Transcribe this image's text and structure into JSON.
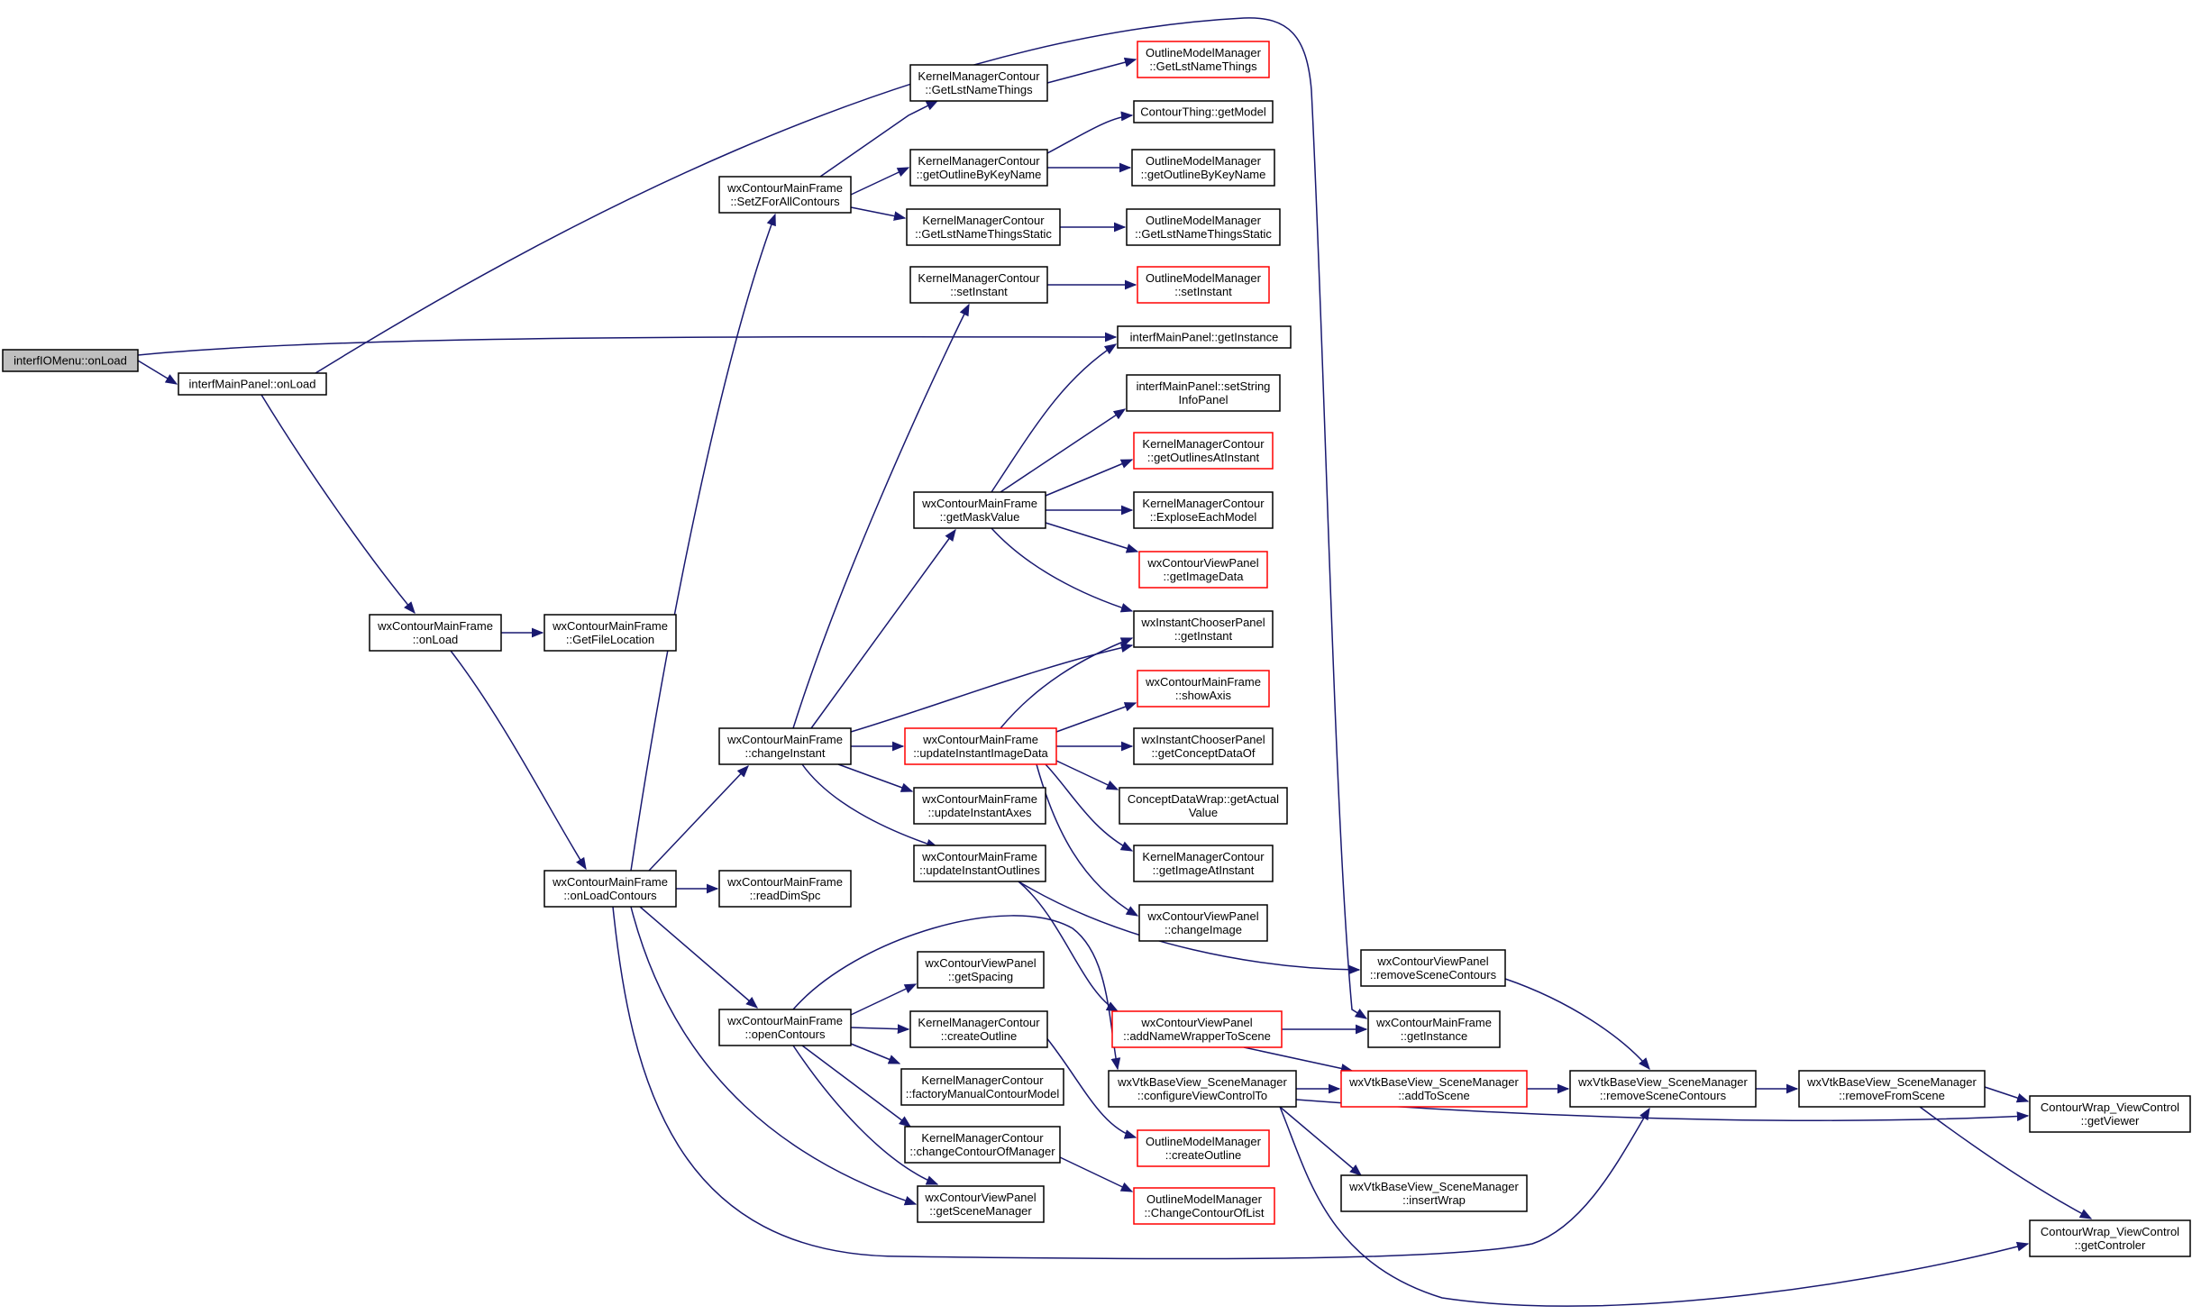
{
  "colors": {
    "edge": "#191970",
    "box_black": "#000000",
    "box_red": "#ff0000",
    "root_fill": "#bfbfbf",
    "node_fill": "#ffffff"
  },
  "nodes": [
    {
      "id": "n_ifm_onload",
      "lines": [
        "interfIOMenu::onLoad"
      ],
      "style": "root"
    },
    {
      "id": "n_imp_onload",
      "lines": [
        "interfMainPanel::onLoad"
      ],
      "style": "black"
    },
    {
      "id": "n_wcmf_onload",
      "lines": [
        "wxContourMainFrame",
        "::onLoad"
      ],
      "style": "black"
    },
    {
      "id": "n_wcmf_getfileloc",
      "lines": [
        "wxContourMainFrame",
        "::GetFileLocation"
      ],
      "style": "black"
    },
    {
      "id": "n_wcmf_onloadcontours",
      "lines": [
        "wxContourMainFrame",
        "::onLoadContours"
      ],
      "style": "black"
    },
    {
      "id": "n_wcmf_setz",
      "lines": [
        "wxContourMainFrame",
        "::SetZForAllContours"
      ],
      "style": "black"
    },
    {
      "id": "n_wcmf_changeinstant",
      "lines": [
        "wxContourMainFrame",
        "::changeInstant"
      ],
      "style": "black"
    },
    {
      "id": "n_wcmf_readdimspc",
      "lines": [
        "wxContourMainFrame",
        "::readDimSpc"
      ],
      "style": "black"
    },
    {
      "id": "n_wcmf_opencontours",
      "lines": [
        "wxContourMainFrame",
        "::openContours"
      ],
      "style": "black"
    },
    {
      "id": "n_kmc_getlstnamethings",
      "lines": [
        "KernelManagerContour",
        "::GetLstNameThings"
      ],
      "style": "black"
    },
    {
      "id": "n_kmc_getoutlinebykey",
      "lines": [
        "KernelManagerContour",
        "::getOutlineByKeyName"
      ],
      "style": "black"
    },
    {
      "id": "n_kmc_getlstnamestatic",
      "lines": [
        "KernelManagerContour",
        "::GetLstNameThingsStatic"
      ],
      "style": "black"
    },
    {
      "id": "n_kmc_setinstant",
      "lines": [
        "KernelManagerContour",
        "::setInstant"
      ],
      "style": "black"
    },
    {
      "id": "n_wcmf_getmaskvalue",
      "lines": [
        "wxContourMainFrame",
        "::getMaskValue"
      ],
      "style": "black"
    },
    {
      "id": "n_wcmf_updateinstantimagedata",
      "lines": [
        "wxContourMainFrame",
        "::updateInstantImageData"
      ],
      "style": "red"
    },
    {
      "id": "n_wcmf_updateinstantaxes",
      "lines": [
        "wxContourMainFrame",
        "::updateInstantAxes"
      ],
      "style": "black"
    },
    {
      "id": "n_wcmf_updateinstantoutlines",
      "lines": [
        "wxContourMainFrame",
        "::updateInstantOutlines"
      ],
      "style": "black"
    },
    {
      "id": "n_wcvp_getspacing",
      "lines": [
        "wxContourViewPanel",
        "::getSpacing"
      ],
      "style": "black"
    },
    {
      "id": "n_kmc_createoutline",
      "lines": [
        "KernelManagerContour",
        "::createOutline"
      ],
      "style": "black"
    },
    {
      "id": "n_kmc_factorymanual",
      "lines": [
        "KernelManagerContour",
        "::factoryManualContourModel"
      ],
      "style": "black"
    },
    {
      "id": "n_kmc_changecontourofmanager",
      "lines": [
        "KernelManagerContour",
        "::changeContourOfManager"
      ],
      "style": "black"
    },
    {
      "id": "n_wcvp_getscenemanager",
      "lines": [
        "wxContourViewPanel",
        "::getSceneManager"
      ],
      "style": "black"
    },
    {
      "id": "n_omm_getlstnamethings",
      "lines": [
        "OutlineModelManager",
        "::GetLstNameThings"
      ],
      "style": "red"
    },
    {
      "id": "n_ct_getmodel",
      "lines": [
        "ContourThing::getModel"
      ],
      "style": "black"
    },
    {
      "id": "n_omm_getoutlinebykey",
      "lines": [
        "OutlineModelManager",
        "::getOutlineByKeyName"
      ],
      "style": "black"
    },
    {
      "id": "n_omm_getlstnamestatic",
      "lines": [
        "OutlineModelManager",
        "::GetLstNameThingsStatic"
      ],
      "style": "black"
    },
    {
      "id": "n_omm_setinstant",
      "lines": [
        "OutlineModelManager",
        "::setInstant"
      ],
      "style": "red"
    },
    {
      "id": "n_imp_getinstance",
      "lines": [
        "interfMainPanel::getInstance"
      ],
      "style": "black"
    },
    {
      "id": "n_imp_setstringinfopanel",
      "lines": [
        "interfMainPanel::setString",
        "InfoPanel"
      ],
      "style": "black"
    },
    {
      "id": "n_kmc_getoutlinesatinstant",
      "lines": [
        "KernelManagerContour",
        "::getOutlinesAtInstant"
      ],
      "style": "red"
    },
    {
      "id": "n_kmc_exploseeachmodel",
      "lines": [
        "KernelManagerContour",
        "::ExploseEachModel"
      ],
      "style": "black"
    },
    {
      "id": "n_wcvp_getimagedata",
      "lines": [
        "wxContourViewPanel",
        "::getImageData"
      ],
      "style": "red"
    },
    {
      "id": "n_wicp_getinstant",
      "lines": [
        "wxInstantChooserPanel",
        "::getInstant"
      ],
      "style": "black"
    },
    {
      "id": "n_wcmf_showaxis",
      "lines": [
        "wxContourMainFrame",
        "::showAxis"
      ],
      "style": "red"
    },
    {
      "id": "n_wicp_getconceptdataof",
      "lines": [
        "wxInstantChooserPanel",
        "::getConceptDataOf"
      ],
      "style": "black"
    },
    {
      "id": "n_cdw_getactualvalue",
      "lines": [
        "ConceptDataWrap::getActual",
        "Value"
      ],
      "style": "black"
    },
    {
      "id": "n_kmc_getimageatinstant",
      "lines": [
        "KernelManagerContour",
        "::getImageAtInstant"
      ],
      "style": "black"
    },
    {
      "id": "n_wcvp_changeimage",
      "lines": [
        "wxContourViewPanel",
        "::changeImage"
      ],
      "style": "black"
    },
    {
      "id": "n_wcvp_addnamewrapper",
      "lines": [
        "wxContourViewPanel",
        "::addNameWrapperToScene"
      ],
      "style": "red"
    },
    {
      "id": "n_wvbvsm_configureview",
      "lines": [
        "wxVtkBaseView_SceneManager",
        "::configureViewControlTo"
      ],
      "style": "black"
    },
    {
      "id": "n_omm_createoutline",
      "lines": [
        "OutlineModelManager",
        "::createOutline"
      ],
      "style": "red"
    },
    {
      "id": "n_omm_changecontouroflist",
      "lines": [
        "OutlineModelManager",
        "::ChangeContourOfList"
      ],
      "style": "red"
    },
    {
      "id": "n_wcvp_removescenecontours",
      "lines": [
        "wxContourViewPanel",
        "::removeSceneContours"
      ],
      "style": "black"
    },
    {
      "id": "n_wcmf_getinstance",
      "lines": [
        "wxContourMainFrame",
        "::getInstance"
      ],
      "style": "black"
    },
    {
      "id": "n_wvbvsm_addtoscene",
      "lines": [
        "wxVtkBaseView_SceneManager",
        "::addToScene"
      ],
      "style": "red"
    },
    {
      "id": "n_wvbvsm_insertwrap",
      "lines": [
        "wxVtkBaseView_SceneManager",
        "::insertWrap"
      ],
      "style": "black"
    },
    {
      "id": "n_wvbvsm_removescenecontours",
      "lines": [
        "wxVtkBaseView_SceneManager",
        "::removeSceneContours"
      ],
      "style": "black"
    },
    {
      "id": "n_wvbvsm_removefromscene",
      "lines": [
        "wxVtkBaseView_SceneManager",
        "::removeFromScene"
      ],
      "style": "black"
    },
    {
      "id": "n_cwvc_getviewer",
      "lines": [
        "ContourWrap_ViewControl",
        "::getViewer"
      ],
      "style": "black"
    },
    {
      "id": "n_cwvc_getcontroler",
      "lines": [
        "ContourWrap_ViewControl",
        "::getControler"
      ],
      "style": "black"
    }
  ]
}
